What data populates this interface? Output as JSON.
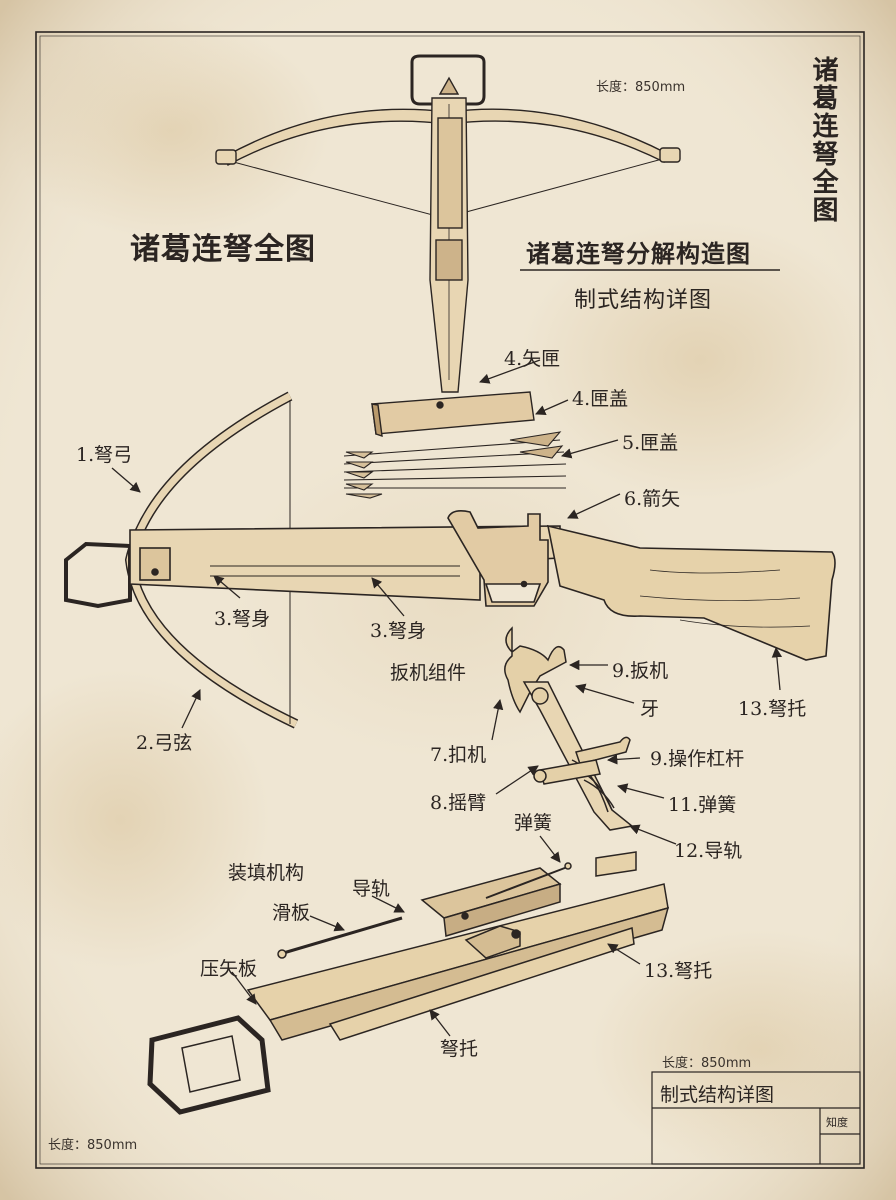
{
  "titles": {
    "main": "诸葛连弩全图",
    "vertical": "诸葛连弩全图",
    "exploded": "诸葛连弩分解构造图",
    "detail": "制式结构详图"
  },
  "dimensions": {
    "top": "长度：850mm",
    "title_block": "长度：850mm",
    "bottom_left": "长度：850mm"
  },
  "labels": {
    "arrow_box": "4.矢匣",
    "box_lid": "4.匣盖",
    "lid_5": "5.匣盖",
    "arrows": "6.箭矢",
    "bow": "1.弩弓",
    "body_a": "3.弩身",
    "body_b": "3.弩身",
    "string": "2.弓弦",
    "trigger_assembly": "扳机组件",
    "trigger": "9.扳机",
    "tooth": "牙",
    "catch": "7.扣机",
    "lever": "9.操作杠杆",
    "rocker": "8.摇臂",
    "spring": "11.弹簧",
    "guide": "12.导轨",
    "stock_top": "13.弩托",
    "spring_top": "弹簧",
    "loading": "装填机构",
    "rail": "导轨",
    "slide": "滑板",
    "press_plate": "压矢板",
    "stock_mid": "13.弩托",
    "stock_bottom": "弩托"
  },
  "title_block": {
    "title": "制式结构详图",
    "signature": "知度"
  },
  "colors": {
    "paper": "#efe6d3",
    "ink": "#2b2522",
    "wood": "#e8d6b3",
    "wood_dark": "#cdb38a"
  }
}
